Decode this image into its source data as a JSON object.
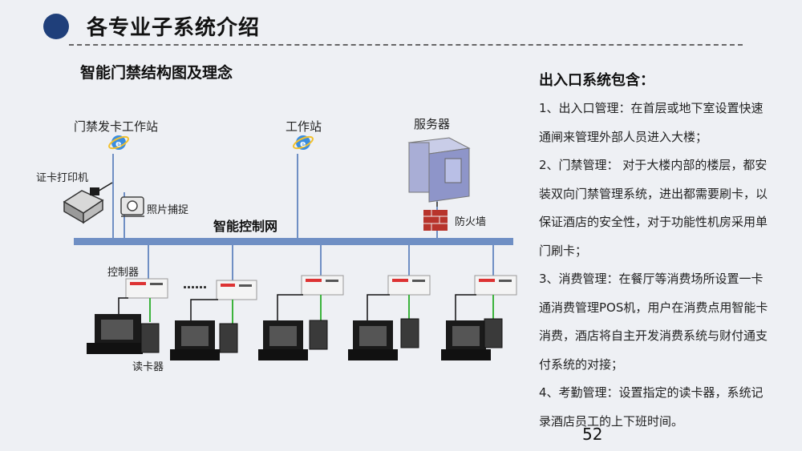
{
  "page": {
    "title": "各专业子系统介绍",
    "page_number": "52"
  },
  "diagram": {
    "title": "智能门禁结构图及理念",
    "labels": {
      "card_workstation": "门禁发卡工作站",
      "workstation": "工作站",
      "server": "服务器",
      "card_printer": "证卡打印机",
      "photo_capture": "照片捕捉",
      "firewall": "防火墙",
      "network": "智能控制网",
      "controller": "控制器",
      "ellipsis": "……",
      "card_reader": "读卡器"
    }
  },
  "description": {
    "heading": "出入口系统包含：",
    "items": [
      "1、出入口管理：在首层或地下室设置快速通闸来管理外部人员进入大楼；",
      "2、门禁管理： 对于大楼内部的楼层，都安装双向门禁管理系统，进出都需要刷卡，以保证酒店的安全性，对于功能性机房采用单门刷卡；",
      "3、消费管理：在餐厅等消费场所设置一卡通消费管理POS机，用户在消费点用智能卡消费，酒店将自主开发消费系统与财付通支付系统的对接；",
      "4、考勤管理：设置指定的读卡器，系统记录酒店员工的上下班时间。"
    ]
  },
  "colors": {
    "accent": "#1f3f7a",
    "network_bus": "#6f8fc4",
    "green_link": "#3cb33c"
  }
}
